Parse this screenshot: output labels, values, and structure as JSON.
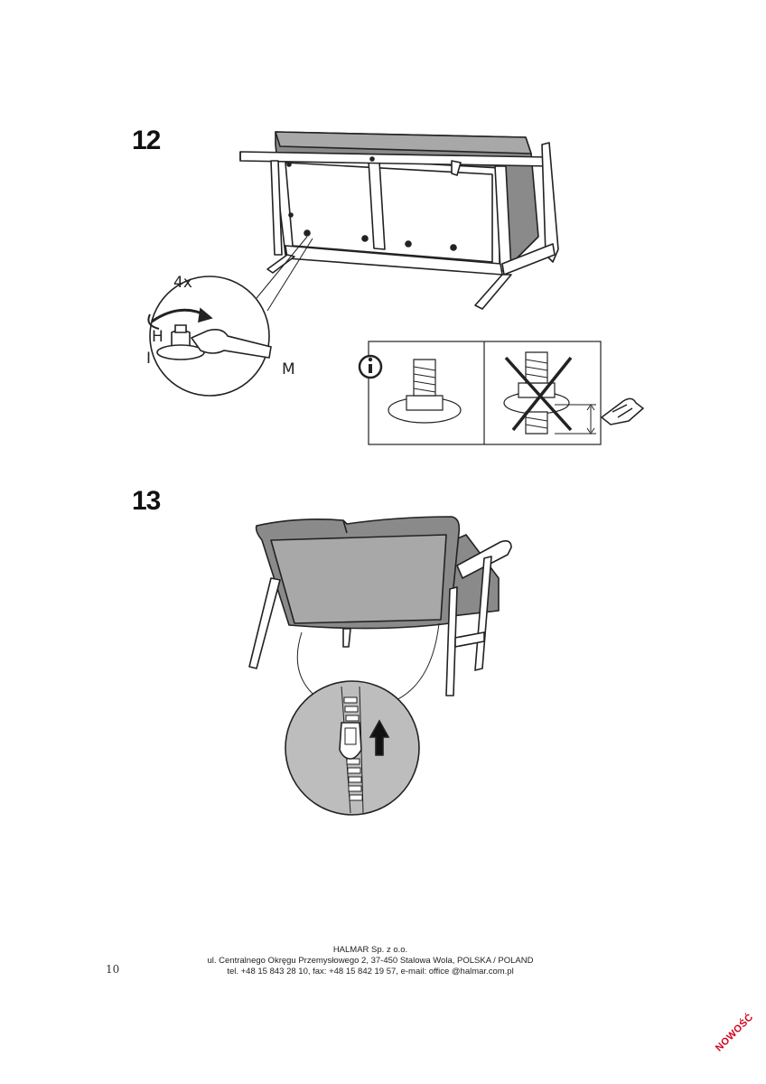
{
  "steps": {
    "step12": "12",
    "step13": "13"
  },
  "labels": {
    "count": "4x",
    "part_h": "H",
    "part_i": "I",
    "part_m": "M"
  },
  "info_icon": "info-icon",
  "footer": {
    "line1": "HALMAR Sp. z o.o.",
    "line2": "ul. Centralnego Okręgu Przemysłowego 2, 37-450 Stalowa Wola, POLSKA / POLAND",
    "line3": "tel. +48 15 843 28 10, fax: +48 15 842 19 57, e-mail: office @halmar.com.pl"
  },
  "page_number": "10",
  "corner_badge": "NOWOŚĆ",
  "colors": {
    "line": "#222222",
    "fabric": "#8a8a8a",
    "fabric_light": "#a8a8a8",
    "zoom_bg": "#bdbdbd",
    "badge": "#d0021b"
  }
}
